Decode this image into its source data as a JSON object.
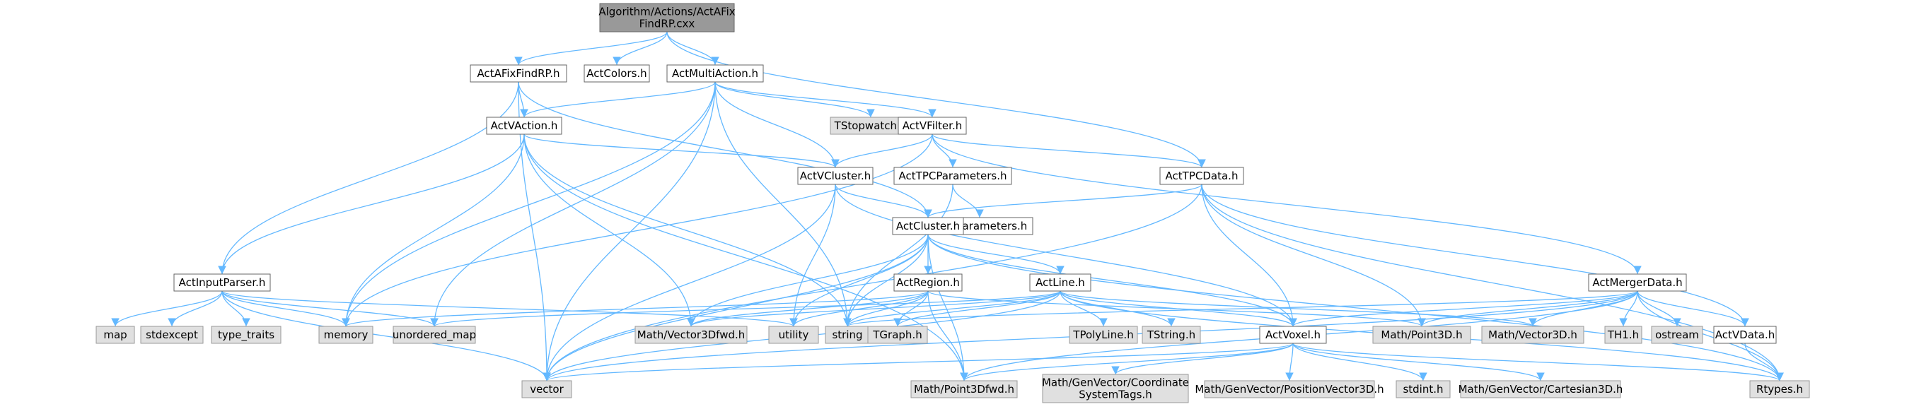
{
  "colors": {
    "edge": "#63b8ff",
    "root_fill": "#999999",
    "root_stroke": "#666666",
    "documented_fill": "#ffffff",
    "documented_stroke": "#666666",
    "system_fill": "#e0e0e0",
    "system_stroke": "#999999",
    "text": "#000000"
  },
  "nodes": [
    {
      "id": "root",
      "lines": [
        "Algorithm/Actions/ActAFix",
        "FindRP.cxx"
      ],
      "style": "root"
    },
    {
      "id": "fixfindrp",
      "lines": [
        "ActAFixFindRP.h"
      ],
      "style": "documented"
    },
    {
      "id": "colors",
      "lines": [
        "ActColors.h"
      ],
      "style": "documented"
    },
    {
      "id": "multiaction",
      "lines": [
        "ActMultiAction.h"
      ],
      "style": "documented"
    },
    {
      "id": "vaction",
      "lines": [
        "ActVAction.h"
      ],
      "style": "documented"
    },
    {
      "id": "tstopwatch",
      "lines": [
        "TStopwatch.h"
      ],
      "style": "system"
    },
    {
      "id": "vfilter",
      "lines": [
        "ActVFilter.h"
      ],
      "style": "documented"
    },
    {
      "id": "vcluster",
      "lines": [
        "ActVCluster.h"
      ],
      "style": "documented"
    },
    {
      "id": "tpcparams",
      "lines": [
        "ActTPCParameters.h"
      ],
      "style": "documented"
    },
    {
      "id": "tpcdata",
      "lines": [
        "ActTPCData.h"
      ],
      "style": "documented"
    },
    {
      "id": "vparams",
      "lines": [
        "ActVParameters.h"
      ],
      "style": "documented"
    },
    {
      "id": "cluster",
      "lines": [
        "ActCluster.h"
      ],
      "style": "documented"
    },
    {
      "id": "inputparser",
      "lines": [
        "ActInputParser.h"
      ],
      "style": "documented"
    },
    {
      "id": "region",
      "lines": [
        "ActRegion.h"
      ],
      "style": "documented"
    },
    {
      "id": "line",
      "lines": [
        "ActLine.h"
      ],
      "style": "documented"
    },
    {
      "id": "mergerdata",
      "lines": [
        "ActMergerData.h"
      ],
      "style": "documented"
    },
    {
      "id": "map",
      "lines": [
        "map"
      ],
      "style": "system"
    },
    {
      "id": "stdexcept",
      "lines": [
        "stdexcept"
      ],
      "style": "system"
    },
    {
      "id": "type_traits",
      "lines": [
        "type_traits"
      ],
      "style": "system"
    },
    {
      "id": "memory",
      "lines": [
        "memory"
      ],
      "style": "system"
    },
    {
      "id": "unordered_map",
      "lines": [
        "unordered_map"
      ],
      "style": "system"
    },
    {
      "id": "vec3dfwd",
      "lines": [
        "Math/Vector3Dfwd.h"
      ],
      "style": "system"
    },
    {
      "id": "utility",
      "lines": [
        "utility"
      ],
      "style": "system"
    },
    {
      "id": "string",
      "lines": [
        "string"
      ],
      "style": "system"
    },
    {
      "id": "tgraph",
      "lines": [
        "TGraph.h"
      ],
      "style": "system"
    },
    {
      "id": "tpolyline",
      "lines": [
        "TPolyLine.h"
      ],
      "style": "system"
    },
    {
      "id": "tstring",
      "lines": [
        "TString.h"
      ],
      "style": "system"
    },
    {
      "id": "voxel",
      "lines": [
        "ActVoxel.h"
      ],
      "style": "documented"
    },
    {
      "id": "point3d",
      "lines": [
        "Math/Point3D.h"
      ],
      "style": "system"
    },
    {
      "id": "vector3d",
      "lines": [
        "Math/Vector3D.h"
      ],
      "style": "system"
    },
    {
      "id": "th1",
      "lines": [
        "TH1.h"
      ],
      "style": "system"
    },
    {
      "id": "ostream",
      "lines": [
        "ostream"
      ],
      "style": "system"
    },
    {
      "id": "vdata",
      "lines": [
        "ActVData.h"
      ],
      "style": "documented"
    },
    {
      "id": "vector",
      "lines": [
        "vector"
      ],
      "style": "system"
    },
    {
      "id": "point3dfwd",
      "lines": [
        "Math/Point3Dfwd.h"
      ],
      "style": "system"
    },
    {
      "id": "coordtags",
      "lines": [
        "Math/GenVector/Coordinate",
        "SystemTags.h"
      ],
      "style": "system"
    },
    {
      "id": "posvec3d",
      "lines": [
        "Math/GenVector/PositionVector3D.h"
      ],
      "style": "system"
    },
    {
      "id": "stdint",
      "lines": [
        "stdint.h"
      ],
      "style": "system"
    },
    {
      "id": "cart3d",
      "lines": [
        "Math/GenVector/Cartesian3D.h"
      ],
      "style": "system"
    },
    {
      "id": "rtypes",
      "lines": [
        "Rtypes.h"
      ],
      "style": "system"
    }
  ],
  "edges": [
    [
      "root",
      "fixfindrp"
    ],
    [
      "root",
      "colors"
    ],
    [
      "root",
      "multiaction"
    ],
    [
      "root",
      "tpcdata"
    ],
    [
      "fixfindrp",
      "vaction"
    ],
    [
      "fixfindrp",
      "inputparser"
    ],
    [
      "fixfindrp",
      "vector"
    ],
    [
      "fixfindrp",
      "cluster"
    ],
    [
      "multiaction",
      "vaction"
    ],
    [
      "multiaction",
      "tstopwatch"
    ],
    [
      "multiaction",
      "vfilter"
    ],
    [
      "multiaction",
      "vcluster"
    ],
    [
      "multiaction",
      "memory"
    ],
    [
      "multiaction",
      "unordered_map"
    ],
    [
      "multiaction",
      "string"
    ],
    [
      "multiaction",
      "vector"
    ],
    [
      "vaction",
      "vcluster"
    ],
    [
      "vaction",
      "inputparser"
    ],
    [
      "vaction",
      "memory"
    ],
    [
      "vaction",
      "vec3dfwd"
    ],
    [
      "vaction",
      "string"
    ],
    [
      "vaction",
      "point3dfwd"
    ],
    [
      "vfilter",
      "vcluster"
    ],
    [
      "vfilter",
      "tpcparams"
    ],
    [
      "vfilter",
      "tpcdata"
    ],
    [
      "vfilter",
      "mergerdata"
    ],
    [
      "vfilter",
      "memory"
    ],
    [
      "vcluster",
      "cluster"
    ],
    [
      "vcluster",
      "voxel"
    ],
    [
      "vcluster",
      "utility"
    ],
    [
      "vcluster",
      "vector"
    ],
    [
      "tpcparams",
      "vparams"
    ],
    [
      "tpcparams",
      "string"
    ],
    [
      "tpcdata",
      "cluster"
    ],
    [
      "tpcdata",
      "voxel"
    ],
    [
      "tpcdata",
      "point3d"
    ],
    [
      "tpcdata",
      "vdata"
    ],
    [
      "tpcdata",
      "rtypes"
    ],
    [
      "tpcdata",
      "vector"
    ],
    [
      "cluster",
      "region"
    ],
    [
      "cluster",
      "line"
    ],
    [
      "cluster",
      "voxel"
    ],
    [
      "cluster",
      "vec3dfwd"
    ],
    [
      "cluster",
      "utility"
    ],
    [
      "cluster",
      "string"
    ],
    [
      "cluster",
      "vector"
    ],
    [
      "cluster",
      "point3dfwd"
    ],
    [
      "cluster",
      "rtypes"
    ],
    [
      "inputparser",
      "map"
    ],
    [
      "inputparser",
      "stdexcept"
    ],
    [
      "inputparser",
      "type_traits"
    ],
    [
      "inputparser",
      "memory"
    ],
    [
      "inputparser",
      "unordered_map"
    ],
    [
      "inputparser",
      "utility"
    ],
    [
      "inputparser",
      "vector"
    ],
    [
      "region",
      "memory"
    ],
    [
      "region",
      "vec3dfwd"
    ],
    [
      "region",
      "utility"
    ],
    [
      "region",
      "string"
    ],
    [
      "region",
      "tgraph"
    ],
    [
      "region",
      "point3dfwd"
    ],
    [
      "region",
      "point3d"
    ],
    [
      "line",
      "voxel"
    ],
    [
      "line",
      "tpolyline"
    ],
    [
      "line",
      "tstring"
    ],
    [
      "line",
      "vec3dfwd"
    ],
    [
      "line",
      "string"
    ],
    [
      "line",
      "tgraph"
    ],
    [
      "line",
      "unordered_map"
    ],
    [
      "line",
      "vector"
    ],
    [
      "line",
      "rtypes"
    ],
    [
      "line",
      "vector3d"
    ],
    [
      "mergerdata",
      "point3d"
    ],
    [
      "mergerdata",
      "vector3d"
    ],
    [
      "mergerdata",
      "th1"
    ],
    [
      "mergerdata",
      "ostream"
    ],
    [
      "mergerdata",
      "vdata"
    ],
    [
      "mergerdata",
      "rtypes"
    ],
    [
      "mergerdata",
      "string"
    ],
    [
      "mergerdata",
      "vector"
    ],
    [
      "mergerdata",
      "point3dfwd"
    ],
    [
      "mergerdata",
      "voxel"
    ],
    [
      "vdata",
      "rtypes"
    ],
    [
      "voxel",
      "vector"
    ],
    [
      "voxel",
      "point3dfwd"
    ],
    [
      "voxel",
      "coordtags"
    ],
    [
      "voxel",
      "posvec3d"
    ],
    [
      "voxel",
      "stdint"
    ],
    [
      "voxel",
      "cart3d"
    ],
    [
      "voxel",
      "rtypes"
    ]
  ]
}
